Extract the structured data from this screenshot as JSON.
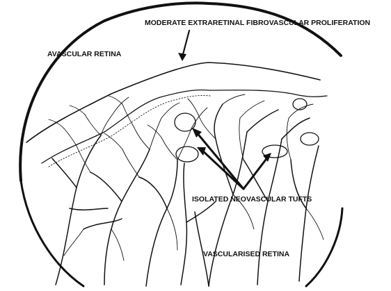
{
  "labels": {
    "proliferation": "MODERATE EXTRARETINAL FIBROVASCULAR PROLIFERATION",
    "avascular": "AVASCULAR RETINA",
    "tufts": "ISOLATED NEOVASCULAR TUFTS",
    "vascularised": "VASCULARISED RETINA"
  },
  "colors": {
    "ink": "#111111",
    "paper": "#ffffff"
  }
}
